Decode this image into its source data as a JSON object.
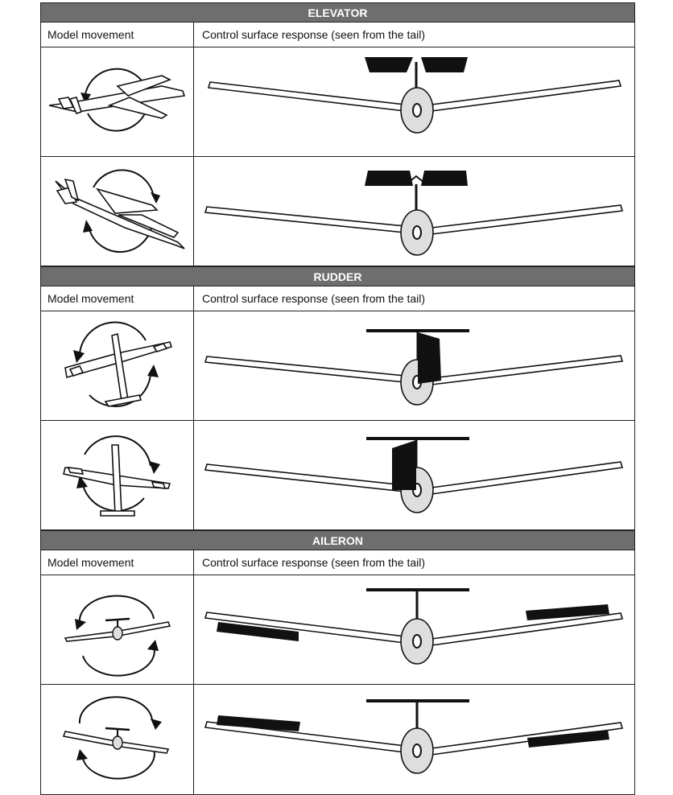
{
  "sections": [
    {
      "title": "ELEVATOR",
      "col_left": "Model movement",
      "col_right": "Control surface response (seen from the tail)"
    },
    {
      "title": "RUDDER",
      "col_left": "Model movement",
      "col_right": "Control surface response (seen from the tail)"
    },
    {
      "title": "AILERON",
      "col_left": "Model movement",
      "col_right": "Control surface response (seen from the tail)"
    }
  ],
  "colors": {
    "header_bg": "#6e6e6e",
    "header_text": "#ffffff",
    "ink": "#111111",
    "fuselage_fill": "#dedede"
  }
}
